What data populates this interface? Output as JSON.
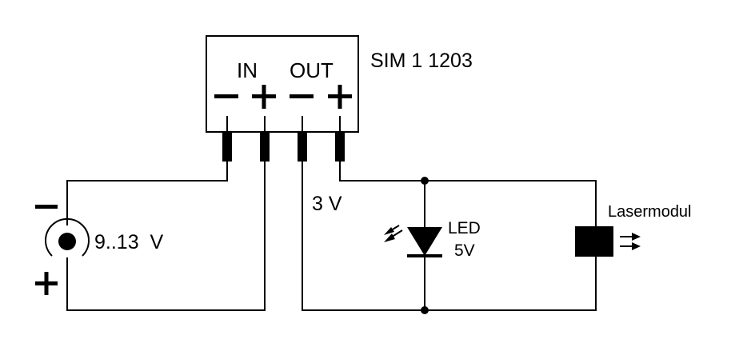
{
  "module": {
    "name": "SIM 1 1203",
    "in_label": "IN",
    "out_label": "OUT",
    "in_minus": "−",
    "in_plus": "+",
    "out_minus": "−",
    "out_plus": "+"
  },
  "supply": {
    "minus_sign": "−",
    "plus_sign": "+",
    "voltage_label": "9..13  V",
    "icon": "dc-jack-icon"
  },
  "output_voltage_label": "3 V",
  "led": {
    "label": "LED",
    "voltage": "5V",
    "icon": "led-diode-icon"
  },
  "laser": {
    "label": "Lasermodul",
    "icon": "laser-module-icon"
  }
}
